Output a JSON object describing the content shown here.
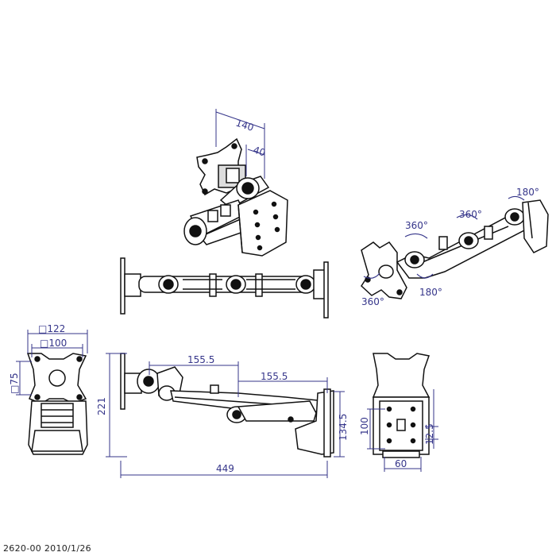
{
  "footer": {
    "code": "2620-00",
    "date": "2010/1/26"
  },
  "dimensions": {
    "top_width": "140",
    "top_depth": "40",
    "rot_arm": "360°",
    "rot_mid": "360°",
    "rot_wall": "180°",
    "rot_head": "360°",
    "tilt": "180°",
    "vesa_122": "□122",
    "vesa_100": "□100",
    "vesa_75": "□75",
    "arm1": "155.5",
    "arm2": "155.5",
    "height": "221",
    "wall_h": "134.5",
    "reach": "449",
    "plate_h": "100",
    "plate_off": "12.5",
    "plate_w": "60"
  },
  "colors": {
    "line": "#111111",
    "dim": "#35358a"
  }
}
